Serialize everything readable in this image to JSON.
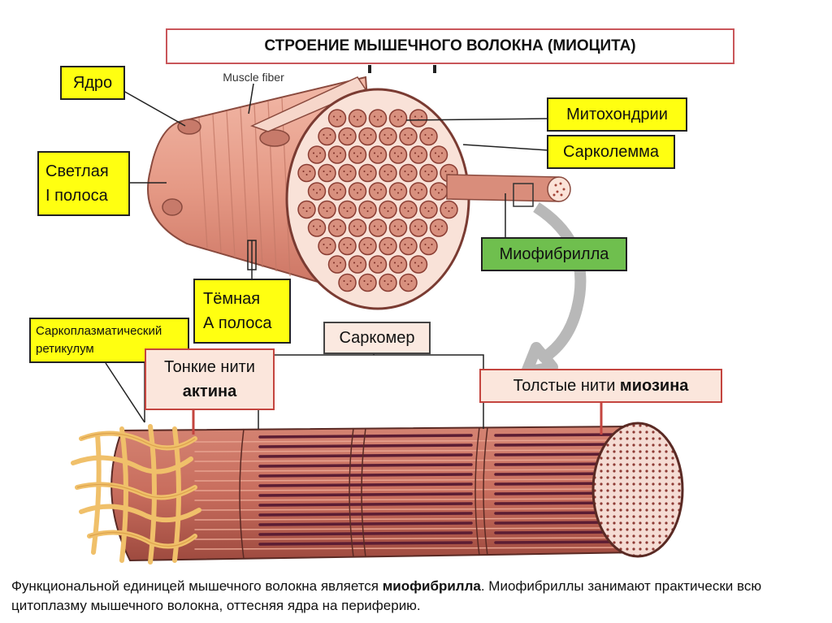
{
  "title": "СТРОЕНИЕ МЫШЕЧНОГО ВОЛОКНА (МИОЦИТА)",
  "figure_label": "Muscle fiber",
  "labels": {
    "nucleus": "Ядро",
    "light_band_line1": "Светлая",
    "light_band_line2": "I полоса",
    "dark_band_line1": "Тёмная",
    "dark_band_line2": "А полоса",
    "mitochondria": "Митохондрии",
    "sarcolemma": "Сарколемма",
    "myofibril": "Миофибрилла",
    "sarcomere": "Саркомер",
    "sr_line1": "Саркоплазматический",
    "sr_line2": "ретикулум",
    "thin_line1": "Тонкие нити",
    "thin_line2": "актина",
    "thick_prefix": "Толстые нити ",
    "thick_bold": "миозина"
  },
  "caption": {
    "part1": "Функциональной единицей мышечного волокна является ",
    "bold": "миофибрилла",
    "part2": ". Миофибриллы занимают практически всю цитоплазму мышечного волокна, оттесняя ядра на периферию."
  },
  "colors": {
    "label_yellow": "#ffff11",
    "label_green": "#6fbf4e",
    "frame_red": "#c4453f",
    "fiber_pink": "#e8a090",
    "myofibril_red": "#b85a4e"
  }
}
